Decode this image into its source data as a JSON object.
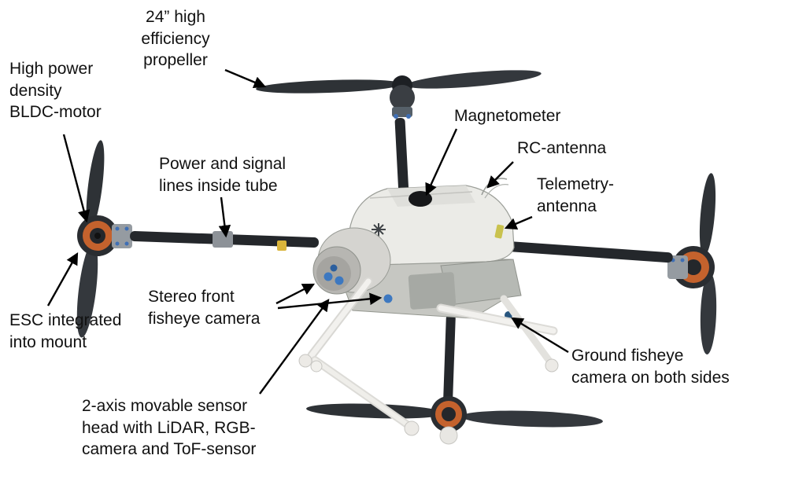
{
  "diagram": {
    "labels": {
      "propeller": "24” high\nefficiency\npropeller",
      "bldc_motor": "High power\ndensity\nBLDC-motor",
      "power_signal_lines": "Power and signal\nlines inside tube",
      "magnetometer": "Magnetometer",
      "rc_antenna": "RC-antenna",
      "telemetry_antenna": "Telemetry-\nantenna",
      "esc": "ESC integrated\ninto mount",
      "stereo_camera": "Stereo front\nfisheye camera",
      "ground_camera": "Ground fisheye\ncamera on both sides",
      "sensor_head": "2-axis movable sensor\nhead with LiDAR, RGB-\ncamera and ToF-sensor"
    },
    "colors": {
      "background": "#ffffff",
      "label_text": "#111111",
      "arrow": "#000000",
      "propeller_dark": "#2e3236",
      "carbon_arm": "#24272b",
      "motor_winding_copper": "#c4622d",
      "body_shell": "#ebebe7",
      "camera_lens_blue": "#3d78c0",
      "screw_blue": "#3f6fb5",
      "landing_gear_white": "#f2f1ee",
      "antenna_yellow": "#c9c24e"
    }
  }
}
